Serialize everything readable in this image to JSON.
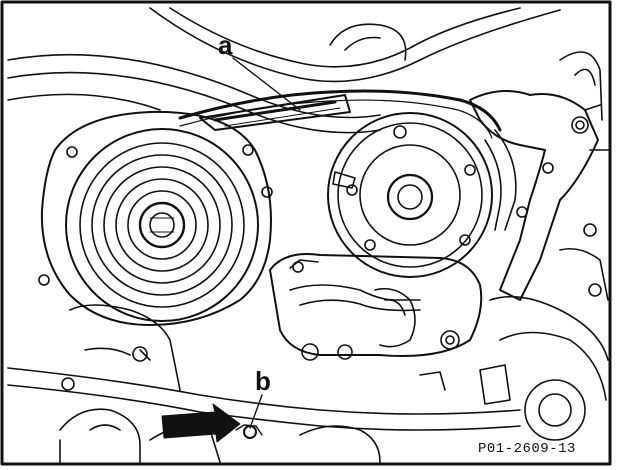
{
  "callouts": {
    "a": "a",
    "b": "b"
  },
  "figure_id": "P01-2609-13",
  "colors": {
    "ink": "#111111",
    "paper": "#ffffff"
  }
}
